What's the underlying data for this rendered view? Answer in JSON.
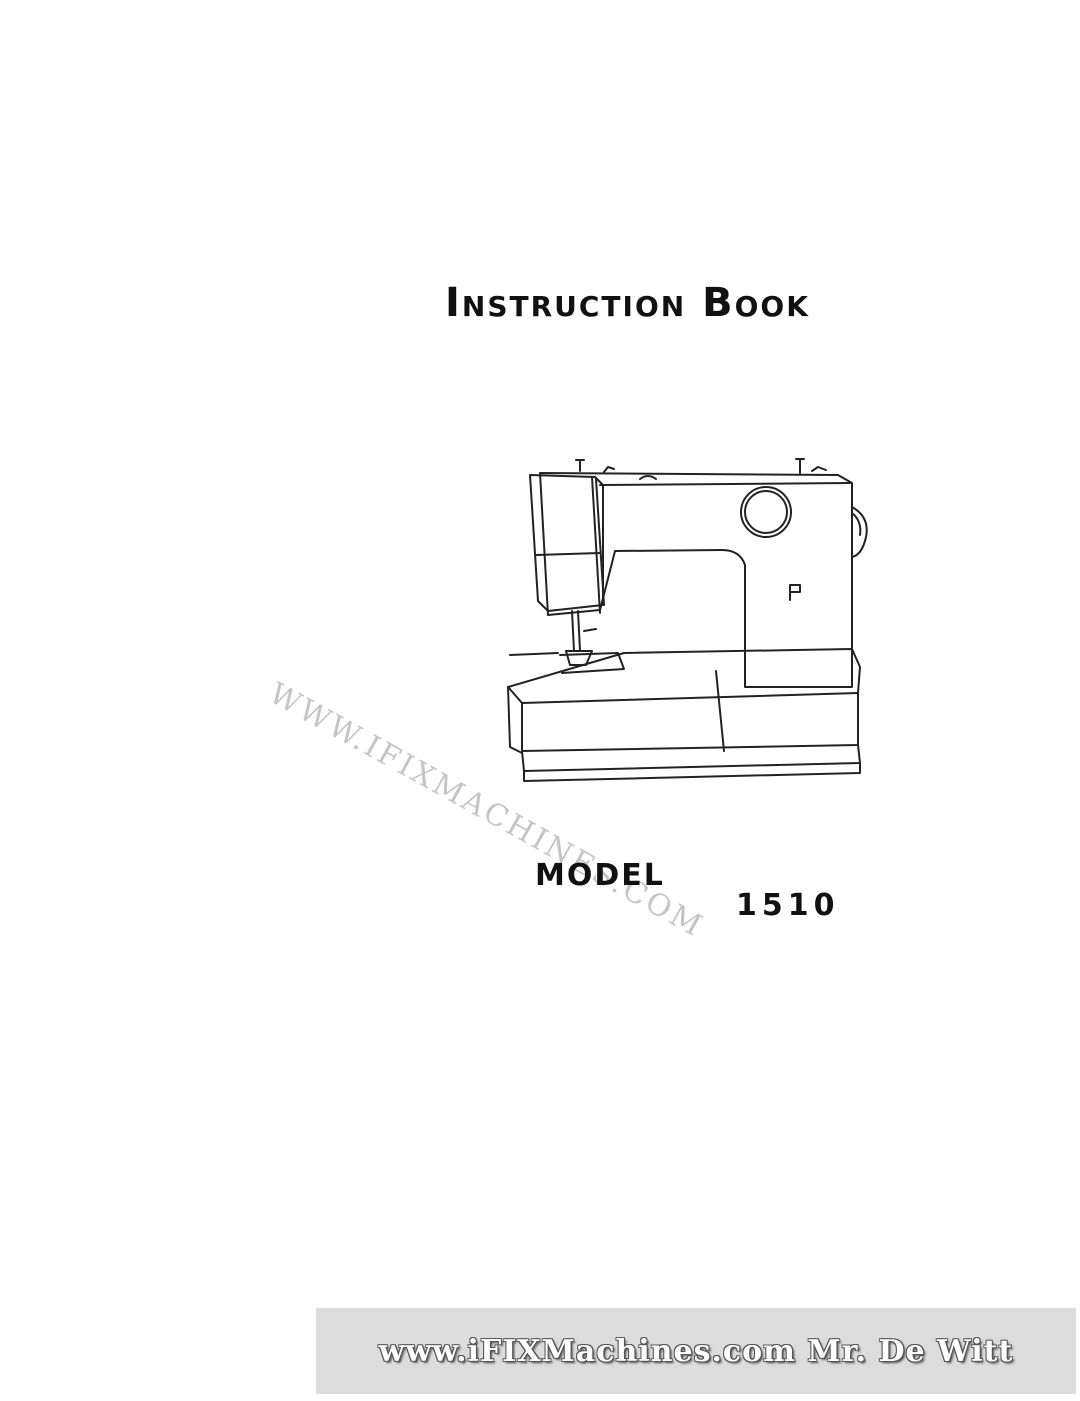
{
  "document": {
    "title": "Instruction Book",
    "model_label": "MODEL",
    "model_number": "1510"
  },
  "illustration": {
    "icon": "sewing-machine-illustration"
  },
  "watermark": {
    "text": "WWW.IFIXMACHINES.COM"
  },
  "footer": {
    "banner_text": "www.iFIXMachines.com Mr. De Witt"
  }
}
